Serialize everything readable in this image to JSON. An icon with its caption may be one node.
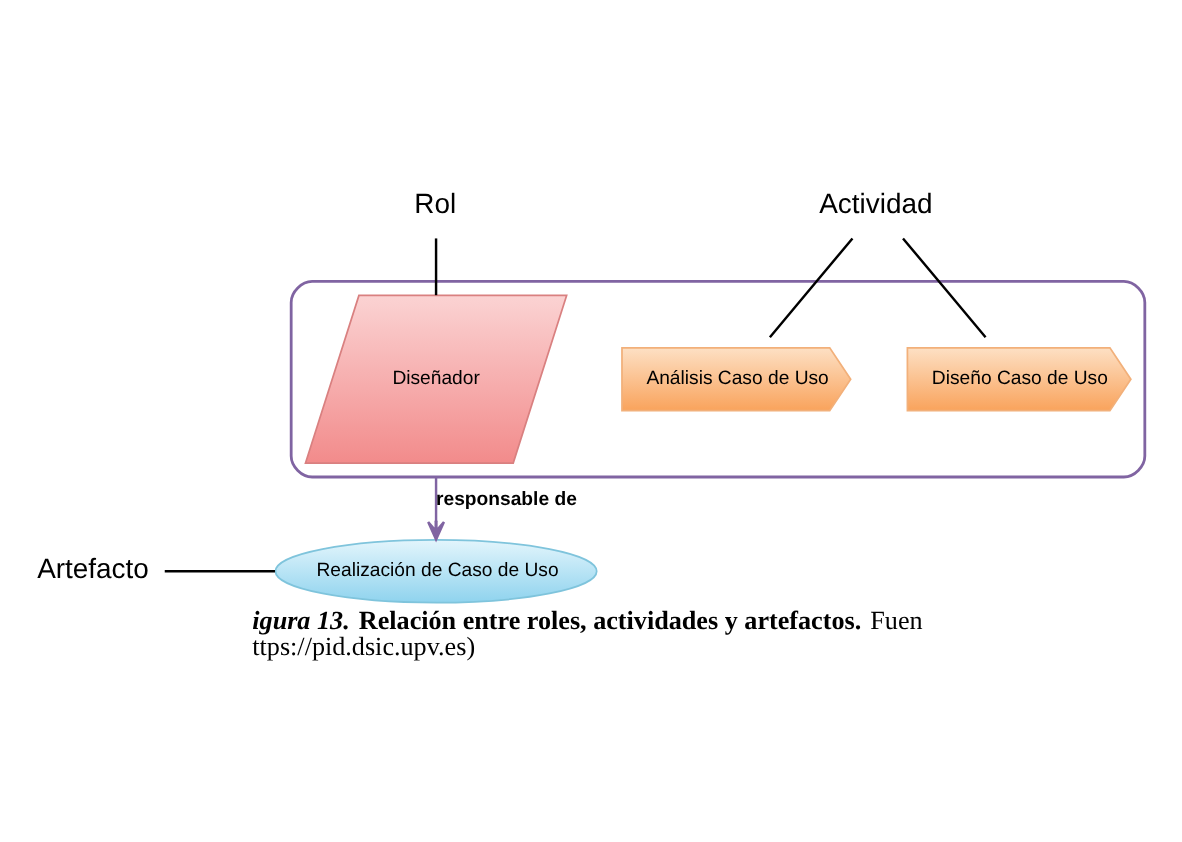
{
  "diagram": {
    "caption": "*igura 13.* **Relación entre roles, actividades y artefactos.** Fuen ttps://pid.dsic.upv.es)",
    "nodes": [
      {
        "text": [
          "Rol"
        ]
      },
      {
        "text": [
          "Actividad"
        ]
      },
      {
        "text": [],
        "shape": "box"
      },
      {
        "text": [
          "Diseñador"
        ],
        "in": 2
      },
      {
        "text": [
          "Análisis Caso de Uso"
        ],
        "in": 2
      },
      {
        "text": [
          "Diseño Caso de Uso"
        ],
        "in": 2
      },
      {
        "text": [
          "Artefacto"
        ]
      },
      {
        "text": [
          "Realización de Caso de Uso"
        ]
      }
    ],
    "edges": [
      {
        "from": 0,
        "to": 3,
        "arrow": "none"
      },
      {
        "from": 1,
        "to": 4,
        "arrow": "none"
      },
      {
        "from": 1,
        "to": 5,
        "arrow": "none"
      },
      {
        "from": 2,
        "to": 7,
        "arrow": "to",
        "label": "responsable de",
        "color": "#8064a2"
      },
      {
        "from": 6,
        "to": 7,
        "arrow": "none"
      }
    ]
  }
}
